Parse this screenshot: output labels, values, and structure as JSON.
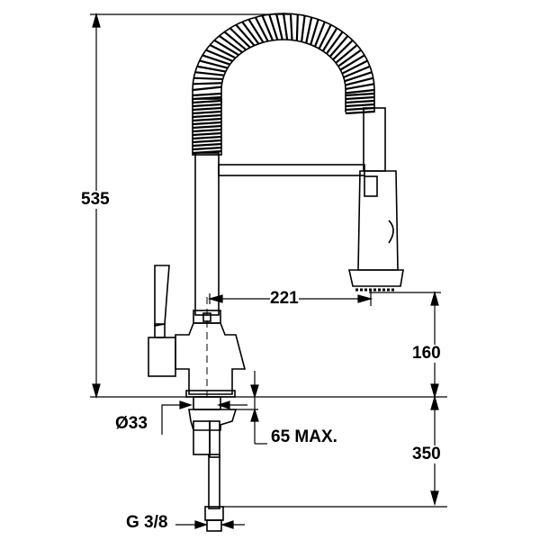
{
  "title": "Kitchen faucet with spring pull-down spray – dimension drawing",
  "dimensions": {
    "total_height": "535",
    "spout_reach": "221",
    "spout_clearance": "160",
    "hose_length": "350",
    "hole_diameter": "Ø33",
    "deck_thickness": "65 MAX.",
    "connection": "G 3/8"
  },
  "colors": {
    "line": "#000000",
    "background": "#ffffff"
  }
}
